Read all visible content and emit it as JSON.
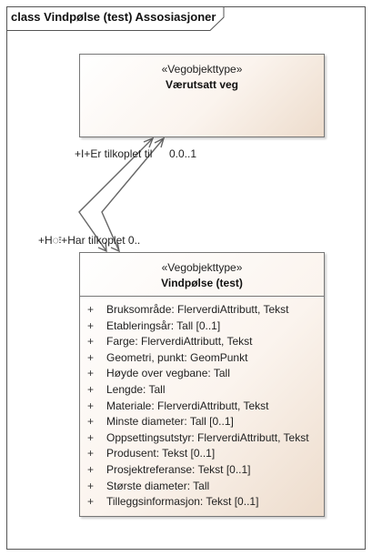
{
  "diagram": {
    "frame_title": "class Vindpølse (test) Assosiasjoner"
  },
  "classes": {
    "top": {
      "stereotype": "«Vegobjekttype»",
      "name": "Værutsatt veg"
    },
    "main": {
      "stereotype": "«Vegobjekttype»",
      "name": "Vindpølse (test)",
      "attributes": [
        {
          "vis": "+",
          "text": "Bruksområde: FlerverdiAttributt, Tekst"
        },
        {
          "vis": "+",
          "text": "Etableringsår: Tall [0..1]"
        },
        {
          "vis": "+",
          "text": "Farge: FlerverdiAttributt, Tekst"
        },
        {
          "vis": "+",
          "text": "Geometri, punkt: GeomPunkt"
        },
        {
          "vis": "+",
          "text": "Høyde over vegbane: Tall"
        },
        {
          "vis": "+",
          "text": "Lengde: Tall"
        },
        {
          "vis": "+",
          "text": "Materiale: FlerverdiAttributt, Tekst"
        },
        {
          "vis": "+",
          "text": "Minste diameter: Tall [0..1]"
        },
        {
          "vis": "+",
          "text": "Oppsettingsutstyr: FlerverdiAttributt, Tekst"
        },
        {
          "vis": "+",
          "text": "Produsent: Tekst [0..1]"
        },
        {
          "vis": "+",
          "text": "Prosjektreferanse: Tekst [0..1]"
        },
        {
          "vis": "+",
          "text": "Største diameter: Tall"
        },
        {
          "vis": "+",
          "text": "Tilleggsinformasjon: Tekst [0..1]"
        }
      ]
    }
  },
  "associations": {
    "top_end_role": "+I+Er tilkoplet til",
    "top_end_multiplicity": "0.0..1",
    "bottom_end_role": "+Hः+Har tilkoplet 0.."
  }
}
